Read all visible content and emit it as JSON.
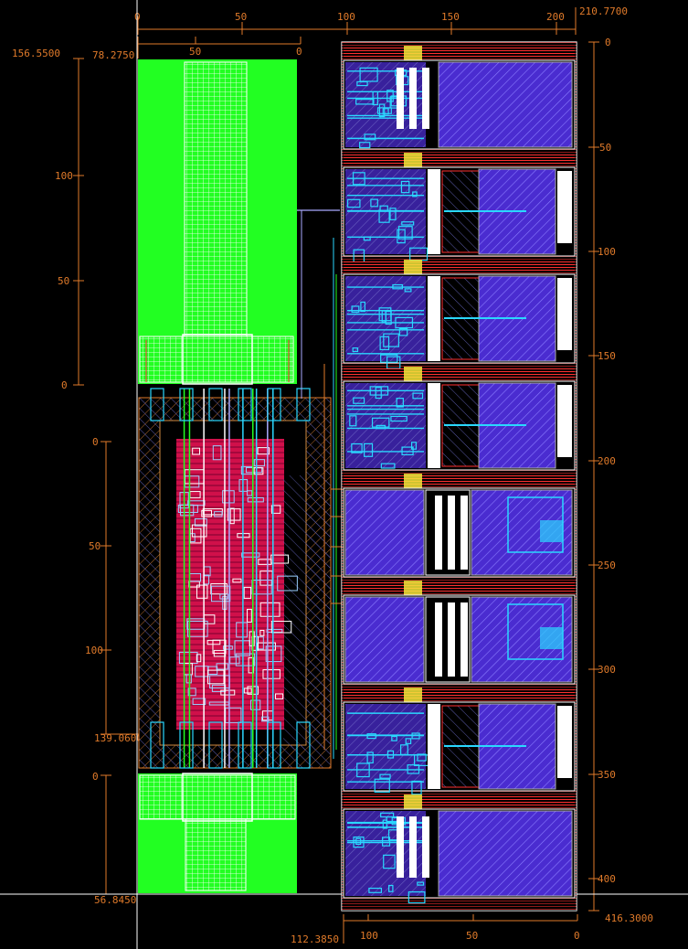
{
  "colors": {
    "background": "#000000",
    "ruler": "#e07a2a",
    "pad_fill": "#22ff22",
    "core_fill": "#d0104a",
    "metal_blue": "#5a3cff",
    "cyan": "#2ad8ff",
    "white": "#ffffff",
    "red": "#ff3030",
    "yellow": "#f5e63a"
  },
  "rulers": {
    "top_main": {
      "start": "0",
      "end": "210.7700",
      "ticks": [
        "0",
        "50",
        "100",
        "150",
        "200"
      ]
    },
    "top_left": {
      "start": "78.2750",
      "ticks": [
        "50",
        "0"
      ]
    },
    "left_upper": {
      "start": "156.5500",
      "ticks": [
        "100",
        "50",
        "0"
      ]
    },
    "left_middle": {
      "end": "139.0600",
      "ticks": [
        "0",
        "50",
        "100"
      ]
    },
    "left_lower": {
      "end": "56.8450",
      "ticks": [
        "0"
      ]
    },
    "right": {
      "end": "416.3000",
      "ticks": [
        "0",
        "50",
        "100",
        "150",
        "200",
        "250",
        "300",
        "350",
        "400"
      ]
    },
    "bottom": {
      "start": "112.3850",
      "ticks": [
        "100",
        "50",
        "0"
      ]
    }
  },
  "cells": [
    {
      "type": "a"
    },
    {
      "type": "b"
    },
    {
      "type": "b"
    },
    {
      "type": "b"
    },
    {
      "type": "c"
    },
    {
      "type": "c"
    },
    {
      "type": "b"
    },
    {
      "type": "a"
    }
  ]
}
